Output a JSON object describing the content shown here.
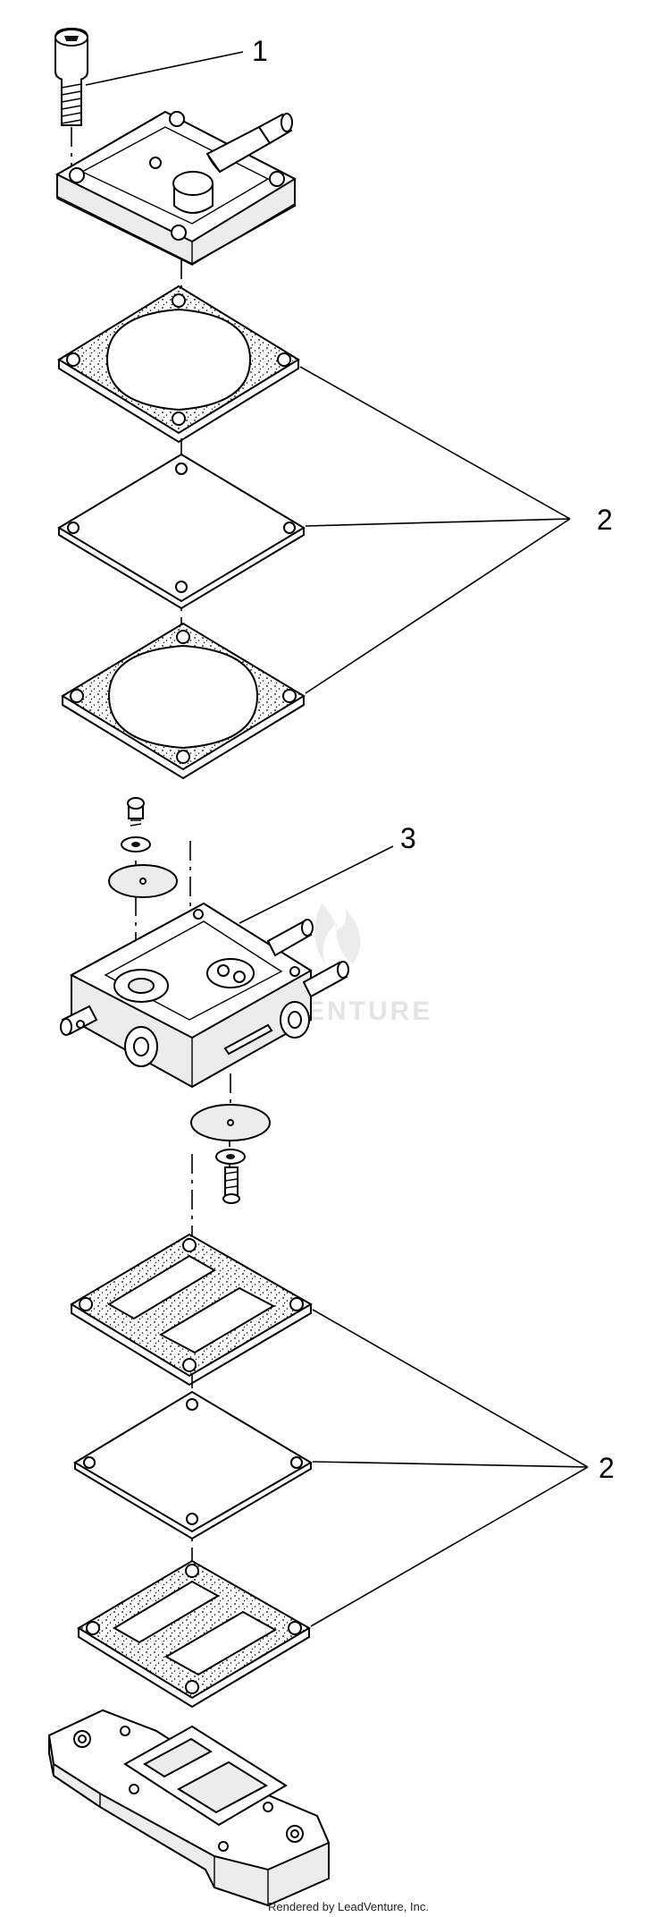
{
  "callouts": {
    "bolt": "1",
    "upper_gasket_set": "2",
    "pump_body": "3",
    "lower_gasket_set": "2"
  },
  "watermark": "VENTURE",
  "credit": "Rendered by LeadVenture, Inc."
}
